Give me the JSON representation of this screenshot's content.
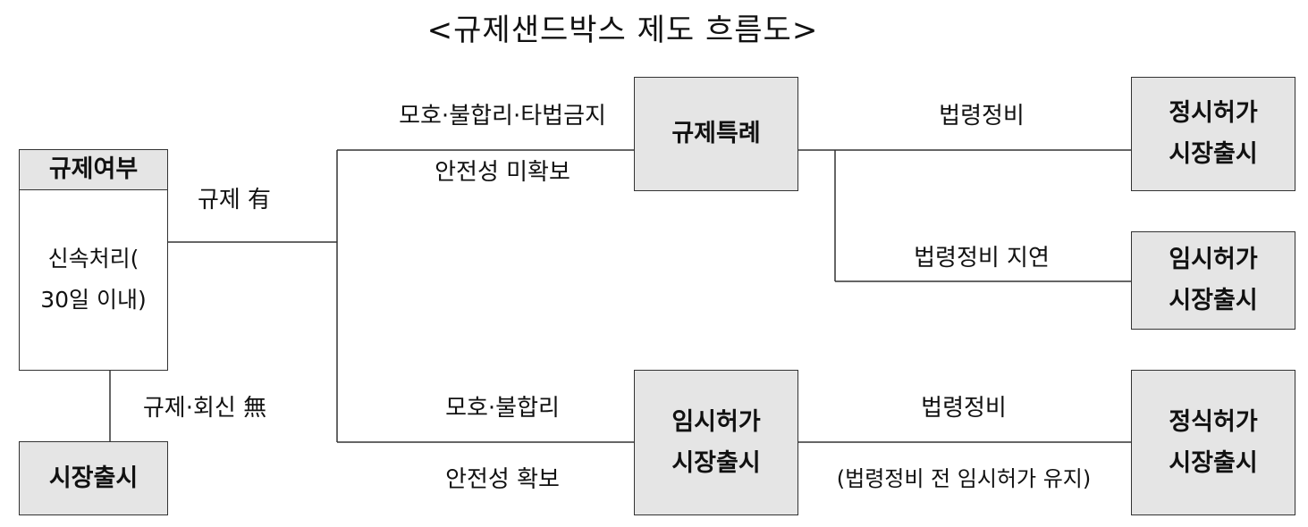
{
  "title": "<규제샌드박스 제도 흐름도>",
  "nodes": {
    "regulation_check": {
      "header": "규제여부",
      "body_line1": "신속처리(",
      "body_line2": "30일 이내)"
    },
    "market_launch_left": {
      "line1": "시장출시"
    },
    "special_case": {
      "line1": "규제특례"
    },
    "regular_permit_top": {
      "line1": "정시허가",
      "line2": "시장출시"
    },
    "temp_permit_mid": {
      "line1": "임시허가",
      "line2": "시장출시"
    },
    "temp_permit_center": {
      "line1": "임시허가",
      "line2": "시장출시"
    },
    "formal_permit": {
      "line1": "정식허가",
      "line2": "시장출시"
    }
  },
  "labels": {
    "reg_yes": "규제 有",
    "reg_none": "규제·회신 無",
    "top_branch_above": "모호·불합리·타법금지",
    "top_branch_below": "안전성 미확보",
    "bottom_branch_above": "모호·불합리",
    "bottom_branch_below": "안전성 확보",
    "law_fix_top": "법령정비",
    "law_fix_delay": "법령정비 지연",
    "law_fix_bottom": "법령정비",
    "law_fix_keep": "(법령정비 전 임시허가 유지)"
  },
  "colors": {
    "box_fill": "#e5e5e5",
    "line": "#333333"
  }
}
